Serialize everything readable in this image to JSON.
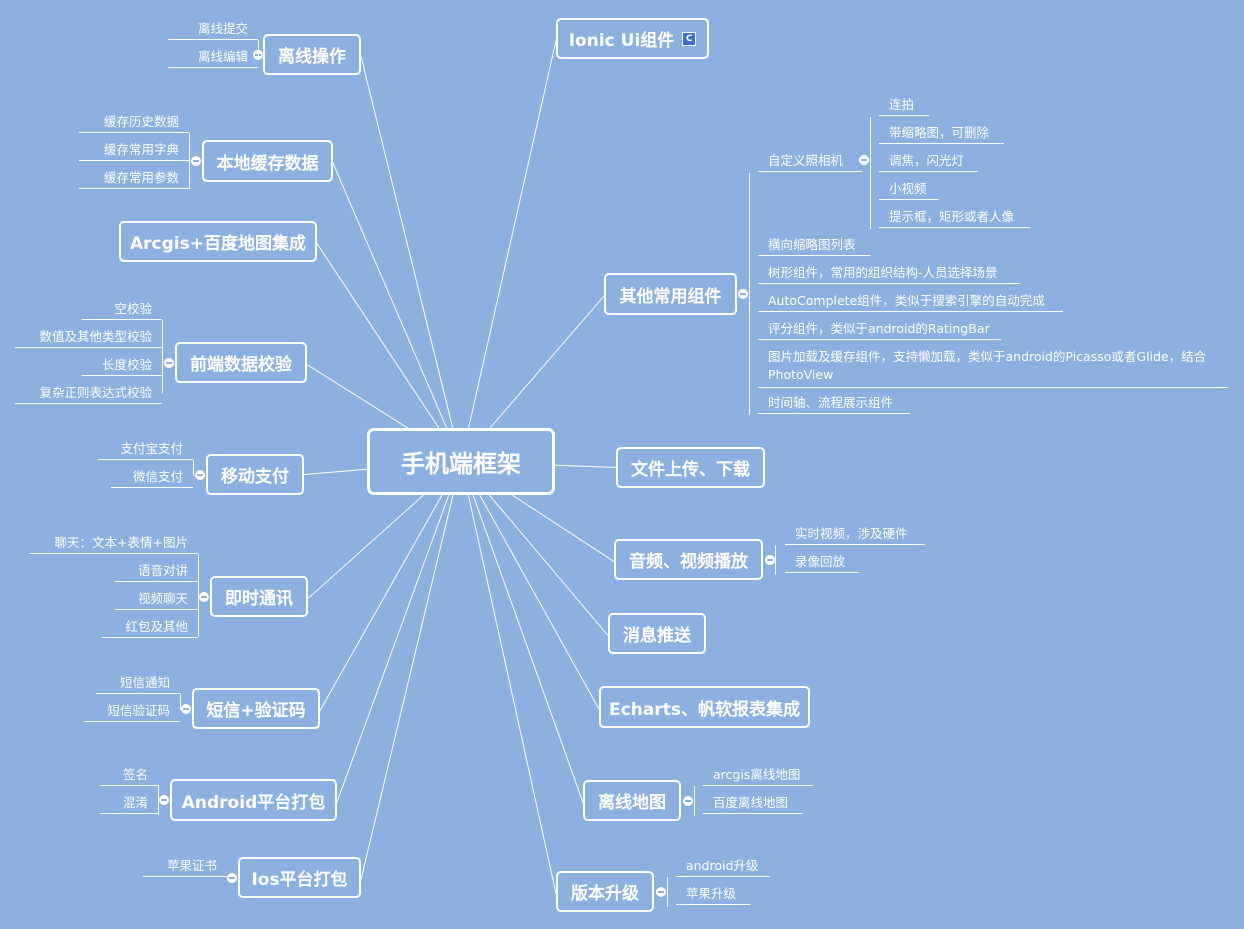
{
  "root": "手机端框架",
  "topics": {
    "offline_ops": {
      "label": "离线操作",
      "children": [
        "离线提交",
        "离线编辑"
      ]
    },
    "local_cache": {
      "label": "本地缓存数据",
      "children": [
        "缓存历史数据",
        "缓存常用字典",
        "缓存常用参数"
      ]
    },
    "arcgis": {
      "label": "Arcgis+百度地图集成"
    },
    "validation": {
      "label": "前端数据校验",
      "children": [
        "空校验",
        "数值及其他类型校验",
        "长度校验",
        "复杂正则表达式校验"
      ]
    },
    "payment": {
      "label": "移动支付",
      "children": [
        "支付宝支付",
        "微信支付"
      ]
    },
    "im": {
      "label": "即时通讯",
      "children": [
        "聊天：文本+表情+图片",
        "语音对讲",
        "视频聊天",
        "红包及其他"
      ]
    },
    "sms": {
      "label": "短信+验证码",
      "children": [
        "短信通知",
        "短信验证码"
      ]
    },
    "android_pack": {
      "label": "Android平台打包",
      "children": [
        "签名",
        "混淆"
      ]
    },
    "ios_pack": {
      "label": "Ios平台打包",
      "children": [
        "苹果证书"
      ]
    },
    "ionic": {
      "label": "Ionic Ui组件",
      "badge": "C"
    },
    "common": {
      "label": "其他常用组件",
      "camera": {
        "label": "自定义照相机",
        "children": [
          "连拍",
          "带缩略图，可删除",
          "调焦，闪光灯",
          "小视频",
          "提示框，矩形或者人像"
        ]
      },
      "children": [
        "横向缩略图列表",
        "树形组件，常用的组织结构-人员选择场景",
        "AutoComplete组件，类似于搜索引擎的自动完成",
        "评分组件，类似于android的RatingBar",
        "图片加载及缓存组件，支持懒加载，类似于android的Picasso或者Glide，结合PhotoView",
        "时间轴、流程展示组件"
      ]
    },
    "file": {
      "label": "文件上传、下载"
    },
    "media": {
      "label": "音频、视频播放",
      "children": [
        "实时视频，涉及硬件",
        "录像回放"
      ]
    },
    "push": {
      "label": "消息推送"
    },
    "echarts": {
      "label": "Echarts、帆软报表集成"
    },
    "offline_map": {
      "label": "离线地图",
      "children": [
        "arcgis离线地图",
        "百度离线地图"
      ]
    },
    "upgrade": {
      "label": "版本升级",
      "children": [
        "android升级",
        "苹果升级"
      ]
    }
  },
  "colors": {
    "background": "#8cb0e0",
    "line": "#ffffff",
    "badge": "#3e6fd0"
  }
}
